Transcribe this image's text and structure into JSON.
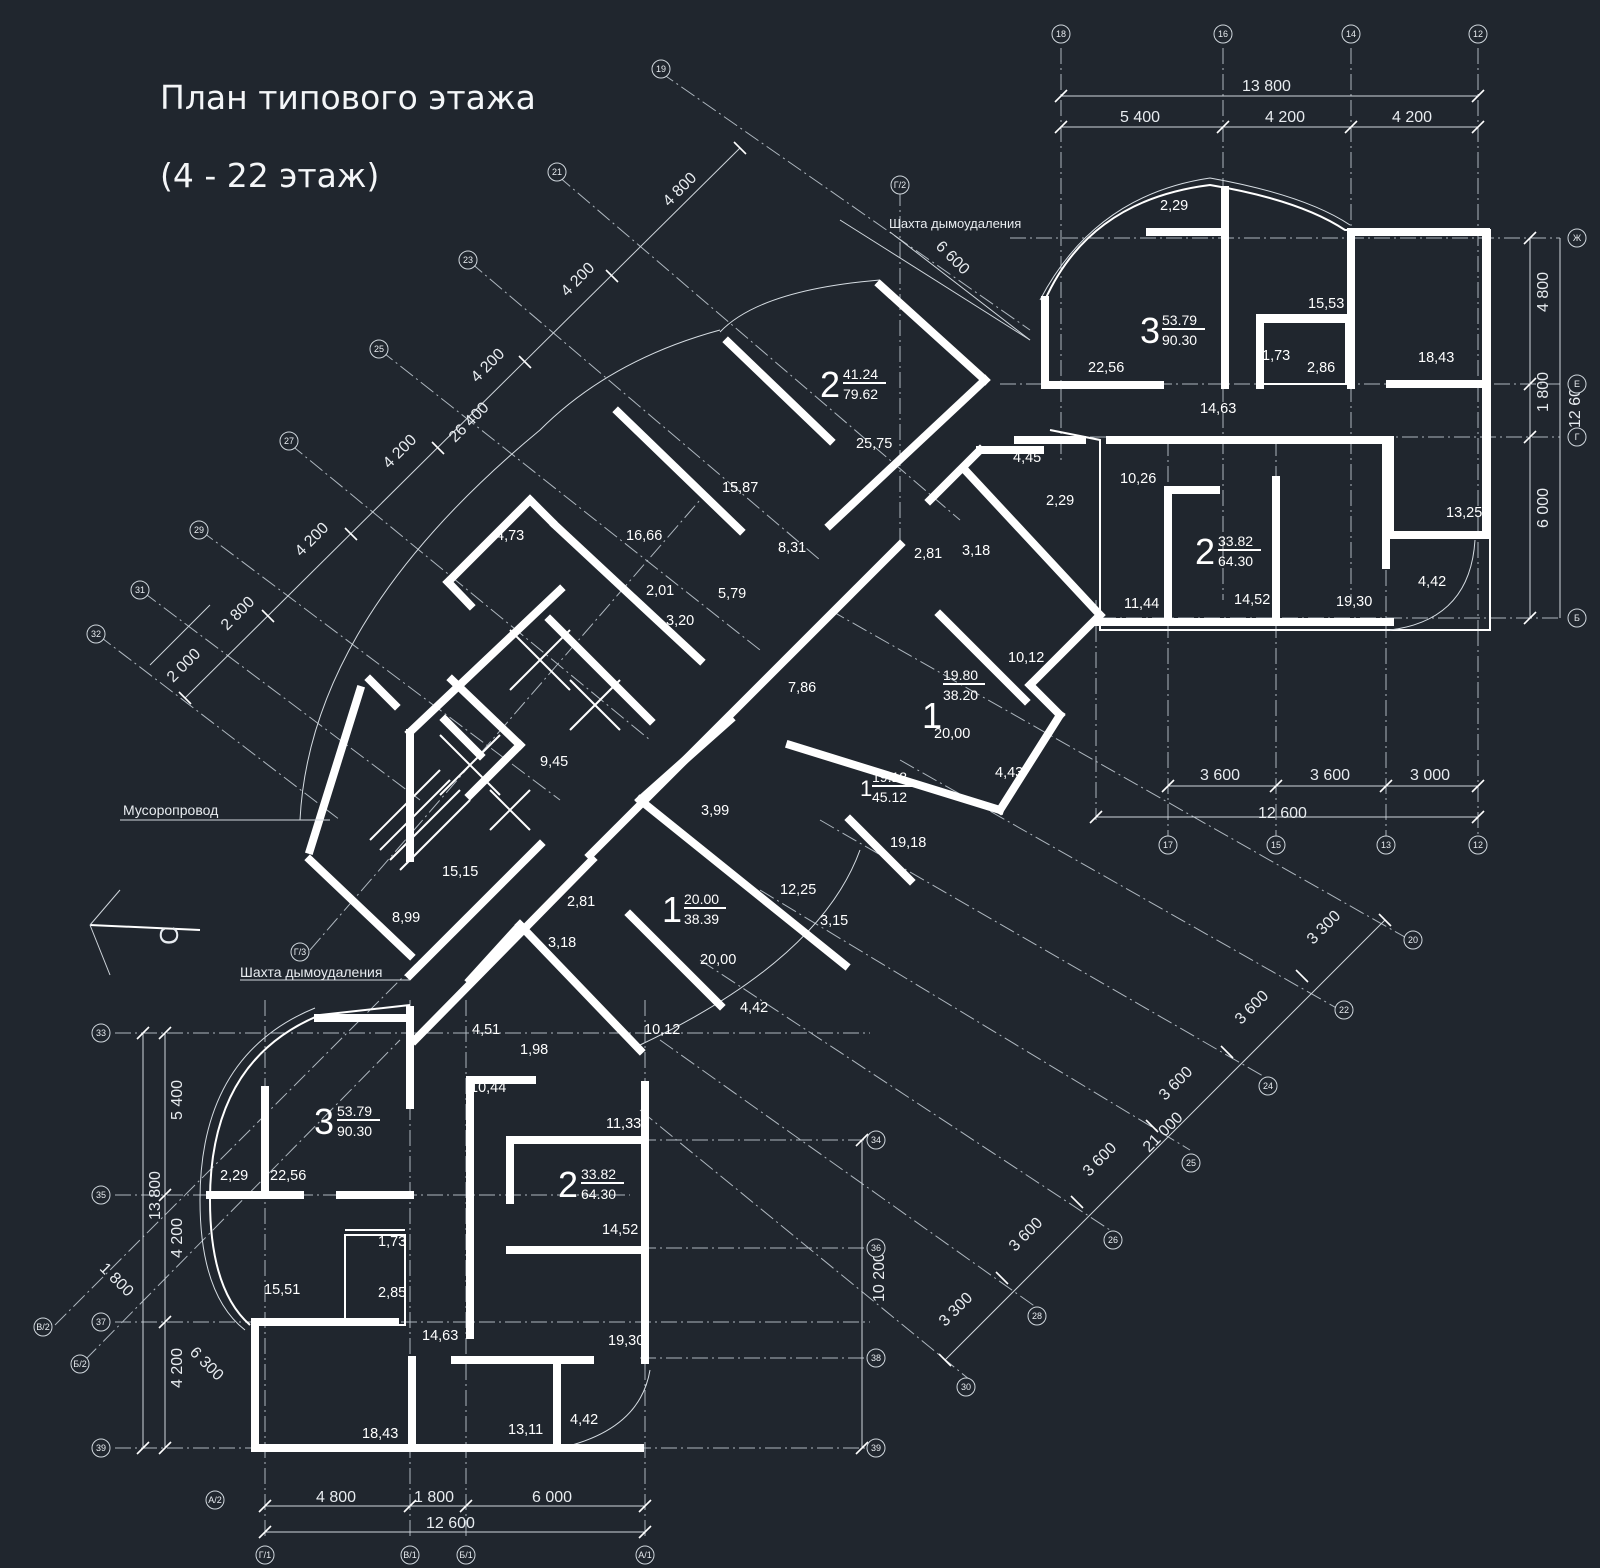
{
  "title": "План типового этажа",
  "subtitle": "(4 - 22 этаж)",
  "labels": {
    "smoke_shaft_top": "Шахта дымоудаления",
    "smoke_shaft_bottom": "Шахта дымоудаления",
    "garbage_chute": "Мусоропровод",
    "north": "С"
  },
  "apartments": {
    "ne_3": {
      "rooms": "3",
      "living": "53.79",
      "total": "90.30"
    },
    "top_2": {
      "rooms": "2",
      "living": "41.24",
      "total": "79.62"
    },
    "e_2": {
      "rooms": "2",
      "living": "33.82",
      "total": "64.30"
    },
    "c_1a": {
      "rooms": "1",
      "living": "19.80",
      "total": "38.20"
    },
    "c_1b": {
      "rooms": "1",
      "living": "19.18",
      "total": "45.12"
    },
    "c_1c": {
      "rooms": "1",
      "living": "20.00",
      "total": "38.39"
    },
    "sw_3": {
      "rooms": "3",
      "living": "53.79",
      "total": "90.30"
    },
    "s_2": {
      "rooms": "2",
      "living": "33.82",
      "total": "64.30"
    }
  },
  "areas": {
    "a_2_29_top": "2,29",
    "a_15_53": "15,53",
    "a_22_56_top": "22,56",
    "a_1_73_top": "1,73",
    "a_2_86": "2,86",
    "a_18_43_top": "18,43",
    "a_14_63_top": "14,63",
    "a_25_75": "25,75",
    "a_4_45": "4,45",
    "a_10_26": "10,26",
    "a_2_29_mid": "2,29",
    "a_13_25": "13,25",
    "a_15_87": "15,87",
    "a_16_66": "16,66",
    "a_4_73": "4,73",
    "a_8_31": "8,31",
    "a_2_81_top": "2,81",
    "a_3_18_top": "3,18",
    "a_2_01": "2,01",
    "a_5_79": "5,79",
    "a_3_20": "3,20",
    "a_11_44": "11,44",
    "a_14_52_top": "14,52",
    "a_19_30_top": "19,30",
    "a_4_42_top": "4,42",
    "a_10_12_top": "10,12",
    "a_7_86": "7,86",
    "a_20_00_top": "20,00",
    "a_4_43": "4,43",
    "a_9_45": "9,45",
    "a_3_99": "3,99",
    "a_19_18": "19,18",
    "a_15_15": "15,15",
    "a_12_25": "12,25",
    "a_3_15": "3,15",
    "a_8_99": "8,99",
    "a_2_81_bot": "2,81",
    "a_3_18_bot": "3,18",
    "a_20_00_bot": "20,00",
    "a_4_42_mid": "4,42",
    "a_4_51": "4,51",
    "a_1_98": "1,98",
    "a_10_12_bot": "10,12",
    "a_10_44": "10,44",
    "a_11_33": "11,33",
    "a_2_29_bot": "2,29",
    "a_22_56_bot": "22,56",
    "a_1_73_bot": "1,73",
    "a_2_85": "2,85",
    "a_15_51": "15,51",
    "a_14_52_bot": "14,52",
    "a_14_63_bot": "14,63",
    "a_19_30_bot": "19,30",
    "a_18_43_bot": "18,43",
    "a_13_11": "13,11",
    "a_4_42_bot": "4,42"
  },
  "dimensions": {
    "top_total": "13 800",
    "top_5400": "5 400",
    "top_4200a": "4 200",
    "top_4200b": "4 200",
    "r_4800": "4 800",
    "r_1800": "1 800",
    "r_6000": "6 000",
    "r_12600": "12 600",
    "mid_3600a": "3 600",
    "mid_3600b": "3 600",
    "mid_3000": "3 000",
    "mid_12600": "12 600",
    "d_4800": "4 800",
    "d_4200a": "4 200",
    "d_4200b": "4 200",
    "d_4200c": "4 200",
    "d_4200d": "4 200",
    "d_2800": "2 800",
    "d_2000": "2 000",
    "d_26400": "26 400",
    "d_6600": "6 600",
    "e_3300a": "3 300",
    "e_3600a": "3 600",
    "e_3600b": "3 600",
    "e_3600c": "3 600",
    "e_3600d": "3 600",
    "e_3300b": "3 300",
    "e_21000": "21 000",
    "l_5400": "5 400",
    "l_13800": "13 800",
    "l_4200a": "4 200",
    "l_1800": "1 800",
    "l_4200b": "4 200",
    "l_6300": "6 300",
    "v_10200": "10 200",
    "b_4800": "4 800",
    "b_1800": "1 800",
    "b_6000": "6 000",
    "b_12600": "12 600"
  },
  "axis_bubbles": {
    "b18": "18",
    "b16": "16",
    "b14": "14",
    "b12t": "12",
    "bZh": "Ж",
    "bE": "Е",
    "bG": "Г",
    "bB": "Б",
    "b17": "17",
    "b15": "15",
    "b13": "13",
    "b12b": "12",
    "b19": "19",
    "b21": "21",
    "b23": "23",
    "b25": "25",
    "b27": "27",
    "b29": "29",
    "b31": "31",
    "b32": "32",
    "bG2": "Г/2",
    "bG3": "Г/3",
    "b20": "20",
    "b22": "22",
    "b24": "24",
    "b25b": "25",
    "b26": "26",
    "b28": "28",
    "b30": "30",
    "b33": "33",
    "b35": "35",
    "b37": "37",
    "b39": "39",
    "bV2": "В/2",
    "bB2": "Б/2",
    "bA2": "А/2",
    "b34": "34",
    "b36": "36",
    "b38": "38",
    "b39r": "39",
    "bG1": "Г/1",
    "bV1": "В/1",
    "bB1": "Б/1",
    "bA1": "А/1"
  }
}
